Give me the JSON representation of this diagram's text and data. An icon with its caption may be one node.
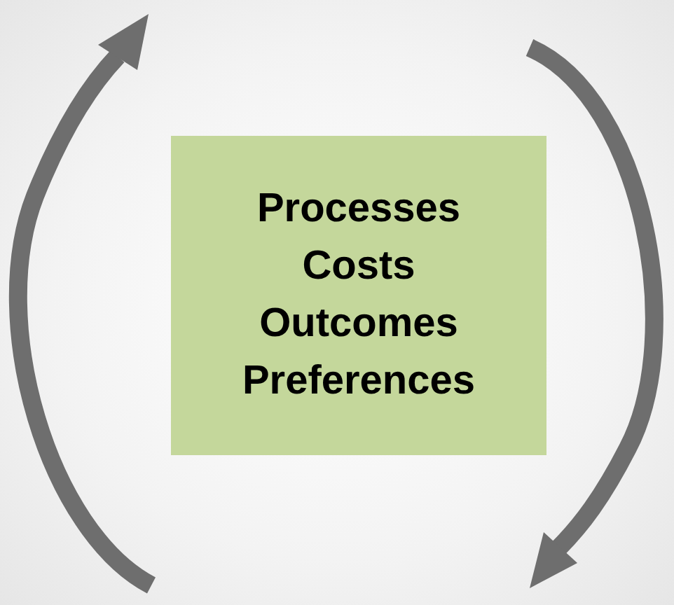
{
  "diagram": {
    "nodes": [
      {
        "text": [
          "Processes",
          "Costs",
          "Outcomes",
          "Preferences"
        ]
      }
    ]
  }
}
